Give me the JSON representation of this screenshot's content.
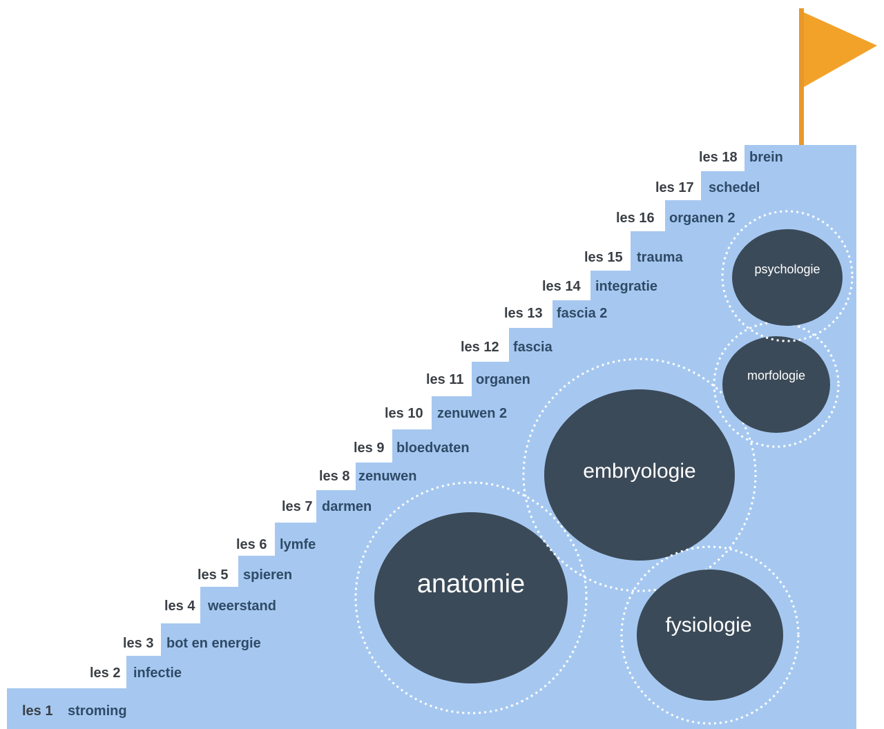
{
  "steps": [
    {
      "les": "les 1",
      "topic": "stroming"
    },
    {
      "les": "les 2",
      "topic": "infectie"
    },
    {
      "les": "les 3",
      "topic": "bot en energie"
    },
    {
      "les": "les 4",
      "topic": "weerstand"
    },
    {
      "les": "les 5",
      "topic": "spieren"
    },
    {
      "les": "les 6",
      "topic": "lymfe"
    },
    {
      "les": "les 7",
      "topic": "darmen"
    },
    {
      "les": "les 8",
      "topic": "zenuwen"
    },
    {
      "les": "les 9",
      "topic": "bloedvaten"
    },
    {
      "les": "les 10",
      "topic": "zenuwen 2"
    },
    {
      "les": "les 11",
      "topic": "organen"
    },
    {
      "les": "les 12",
      "topic": "fascia"
    },
    {
      "les": "les 13",
      "topic": "fascia 2"
    },
    {
      "les": "les 14",
      "topic": "integratie"
    },
    {
      "les": "les 15",
      "topic": "trauma"
    },
    {
      "les": "les 16",
      "topic": "organen 2"
    },
    {
      "les": "les 17",
      "topic": "schedel"
    },
    {
      "les": "les 18",
      "topic": "brein"
    }
  ],
  "bubbles": {
    "anatomie": "anatomie",
    "embryologie": "embryologie",
    "fysiologie": "fysiologie",
    "morfologie": "morfologie",
    "psychologie": "psychologie"
  },
  "colors": {
    "stairs": "#a6c8f0",
    "bubble_fill": "#3b4a58",
    "flag": "#f2a229",
    "pole": "#e8982a"
  }
}
